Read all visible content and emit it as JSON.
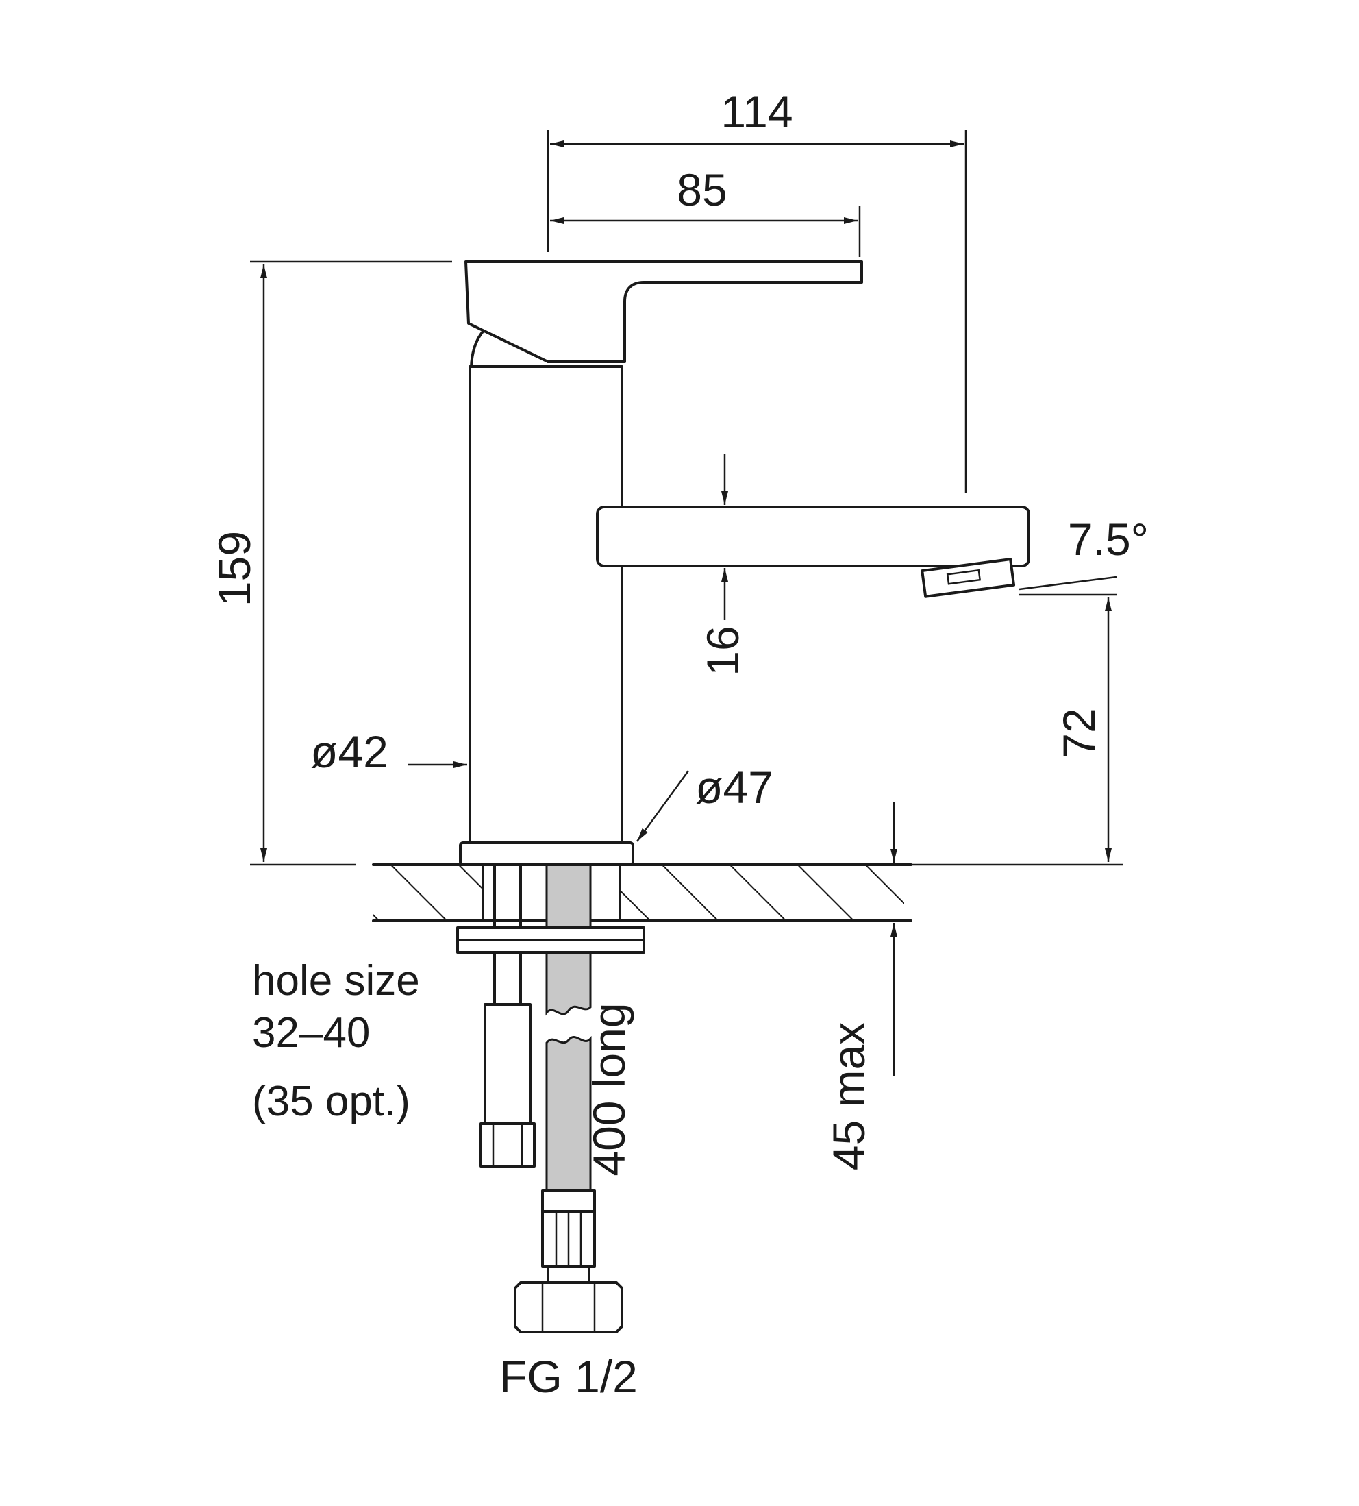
{
  "dimensions": {
    "total_reach": "114",
    "lever_reach": "85",
    "height": "159",
    "spout_thickness": "16",
    "spout_angle": "7.5°",
    "outlet_height": "72",
    "body_diameter": "ø42",
    "base_diameter": "ø47",
    "hose_length": "400 long",
    "deck_thickness": "45 max",
    "connection": "FG 1/2"
  },
  "hole_size": {
    "line1": "hole size",
    "line2": "32–40",
    "line3": "(35 opt.)"
  }
}
